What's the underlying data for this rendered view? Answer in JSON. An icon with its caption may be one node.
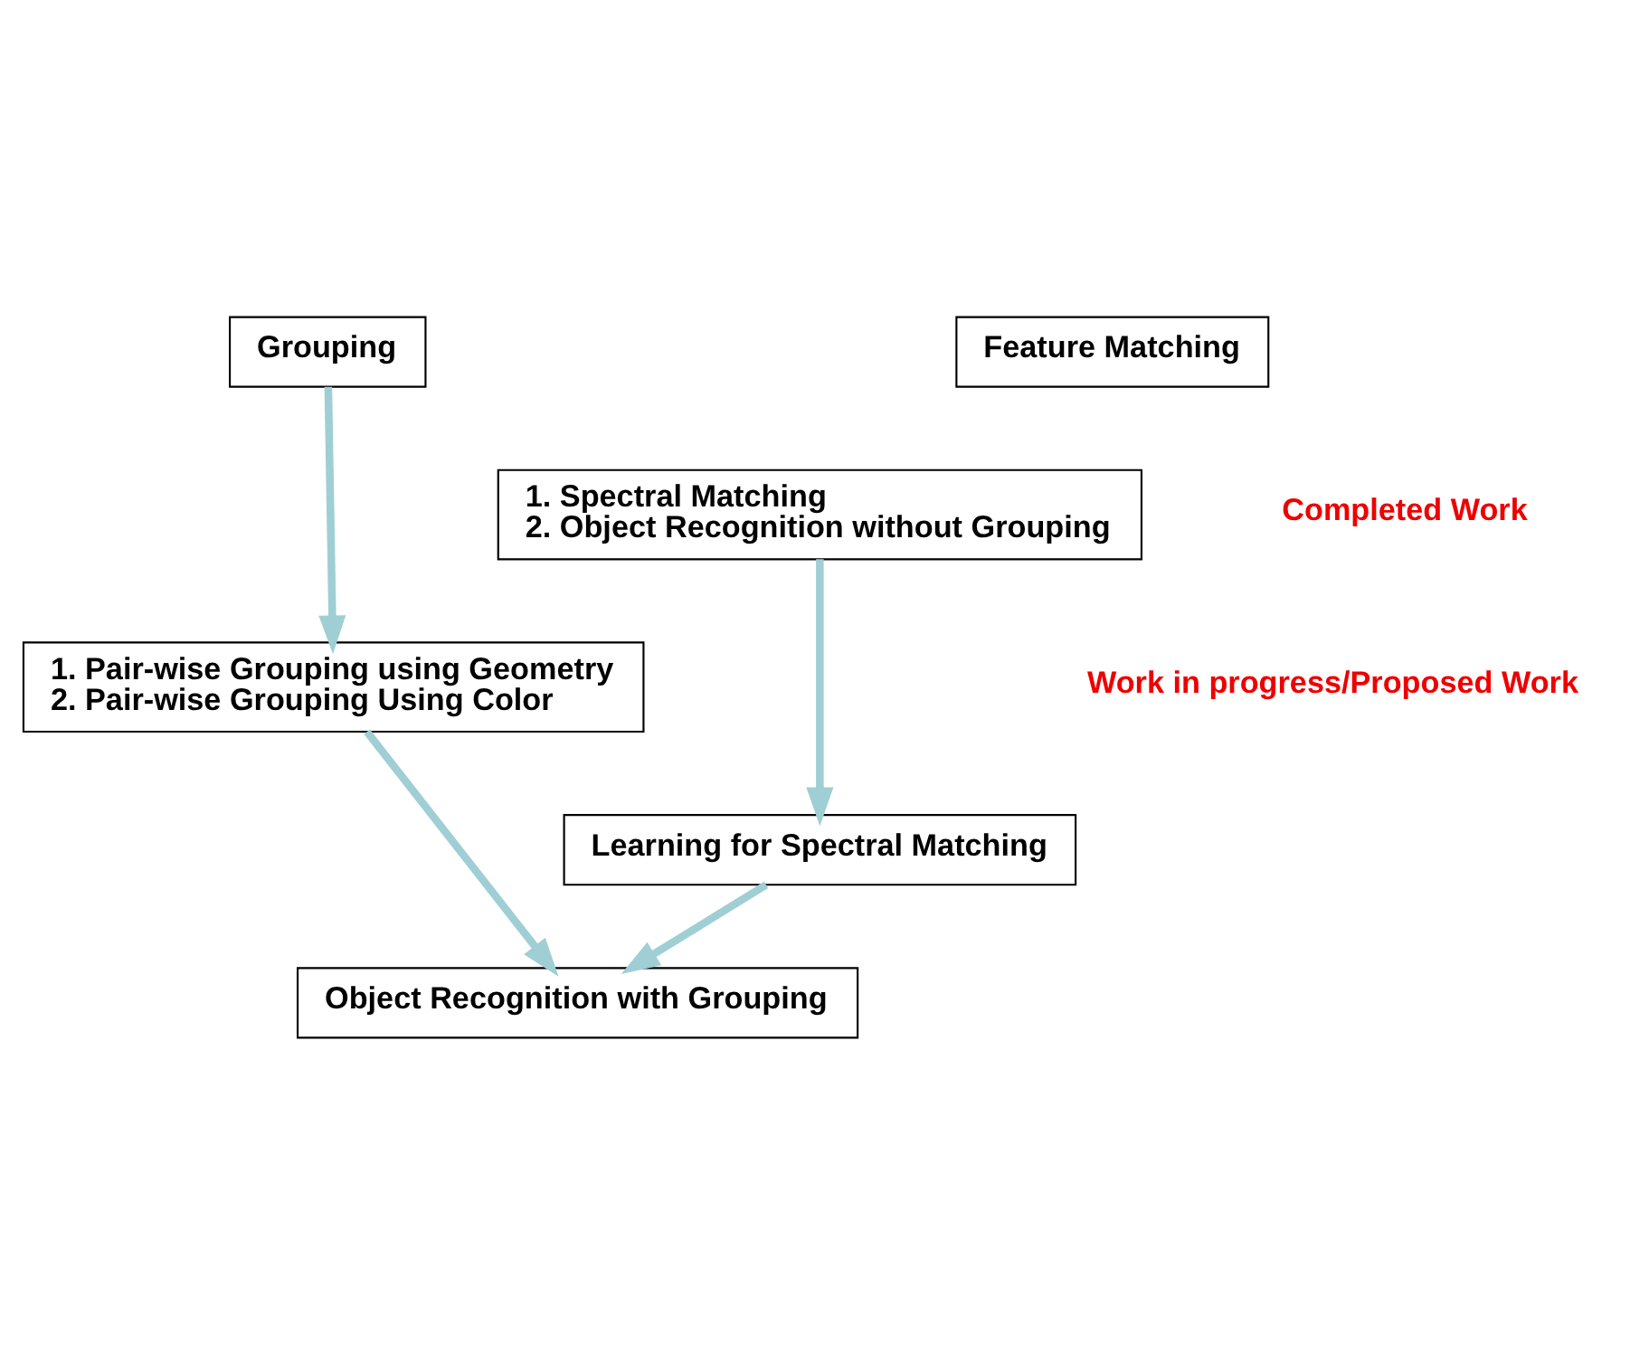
{
  "diagram": {
    "nodes": [
      {
        "text": [
          "Grouping"
        ]
      },
      {
        "text": [
          "Feature Matching"
        ]
      },
      {
        "text": [
          "1. Spectral Matching",
          "2. Object Recognition without Grouping"
        ]
      },
      {
        "text": [
          "1. Pair-wise Grouping using Geometry",
          "2. Pair-wise Grouping Using Color"
        ]
      },
      {
        "text": [
          "Learning for Spectral Matching"
        ]
      },
      {
        "text": [
          "Object Recognition with Grouping"
        ]
      }
    ],
    "edges": [
      {
        "from": 0,
        "to": 3,
        "arrow": "to"
      },
      {
        "from": 2,
        "to": 4,
        "arrow": "to"
      },
      {
        "from": 3,
        "to": 5,
        "arrow": "to"
      },
      {
        "from": 4,
        "to": 5,
        "arrow": "to"
      }
    ],
    "labels": [
      "Completed Work",
      "Work in progress/Proposed Work"
    ]
  }
}
